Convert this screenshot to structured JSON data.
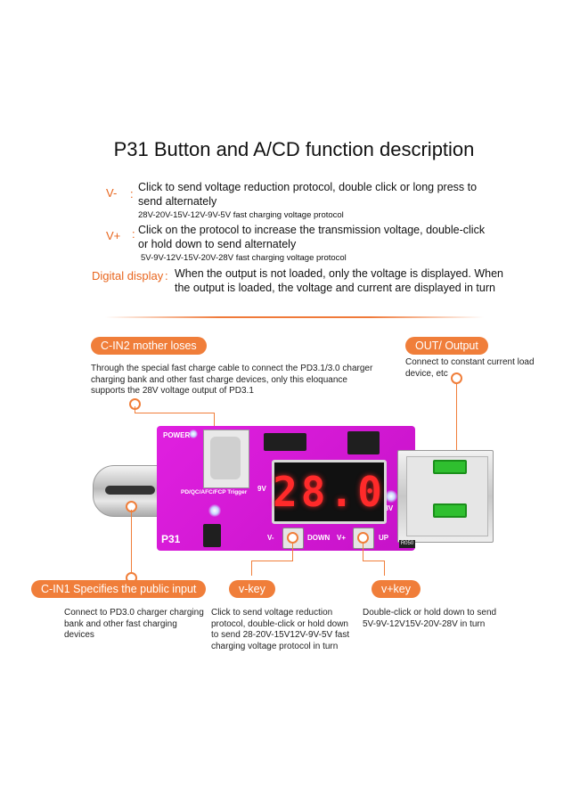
{
  "title": "P31 Button and A/CD function description",
  "functions": [
    {
      "key": "V-",
      "colon": ":",
      "desc": "Click to send voltage reduction protocol, double click or long press to send alternately",
      "sub": "28V-20V-15V-12V-9V-5V fast charging voltage protocol"
    },
    {
      "key": "V+",
      "colon": ":",
      "desc": "Click on the protocol to increase the transmission voltage, double-click or hold down to send alternately",
      "sub": "5V-9V-12V-15V-20V-28V fast charging voltage protocol"
    },
    {
      "key": "Digital display",
      "colon": ":",
      "desc": "When the output is not loaded, only the voltage is displayed. When the output is loaded, the voltage and current are displayed in turn"
    }
  ],
  "callouts": {
    "cin2": {
      "label": "C-IN2 mother loses",
      "note": "Through the special fast charge cable to connect the PD3.1/3.0 charger charging bank and other fast charge devices, only this eloquance supports the 28V voltage output of PD3.1"
    },
    "out": {
      "label": "OUT/ Output",
      "note": "Connect to constant current load device, etc"
    },
    "cin1": {
      "label": "C-IN1 Specifies the public input",
      "note": "Connect to PD3.0 charger charging bank and other fast charging devices"
    },
    "vminus": {
      "label": "v-key",
      "note": "Click to send voltage reduction protocol, double-click or hold down to send 28-20V-15V12V-9V-5V fast charging voltage protocol in turn"
    },
    "vplus": {
      "label": "v+key",
      "note": "Double-click or hold down to send 5V-9V-12V15V-20V-28V in turn"
    }
  },
  "board": {
    "display_value": "28.0",
    "power_label": "POWER",
    "model_label": "P31",
    "protocol_label": "PD/QC/AFC/FCP Trigger",
    "v_label": "9V",
    "max_label": "28V",
    "down_label": "DOWN",
    "up_label": "UP",
    "vminus_label": "V-",
    "vplus_label": "V+",
    "resistor_label": "R050",
    "accent_color": "#f07e3a",
    "pcb_color": "#d41bd6",
    "segment_color": "#ff2a2a",
    "tongue_color": "#2fbf2f"
  }
}
